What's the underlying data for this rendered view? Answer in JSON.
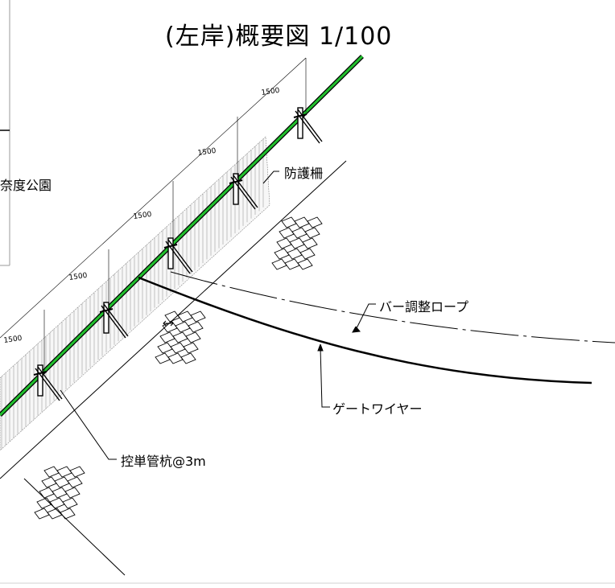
{
  "title": "(左岸)概要図 1/100",
  "labels": {
    "park_fragment": "奈度公園",
    "fence": "防護柵",
    "bar_rope": "バー調整ロープ",
    "gate_wire": "ゲートワイヤー",
    "pile": "控単管杭@3m"
  },
  "dimensions": [
    "1500",
    "1500",
    "1500",
    "1500",
    "1500"
  ],
  "colors": {
    "rail_green": "#22c02e",
    "line": "#000000",
    "fence_hatch": "#8a8a8a"
  }
}
